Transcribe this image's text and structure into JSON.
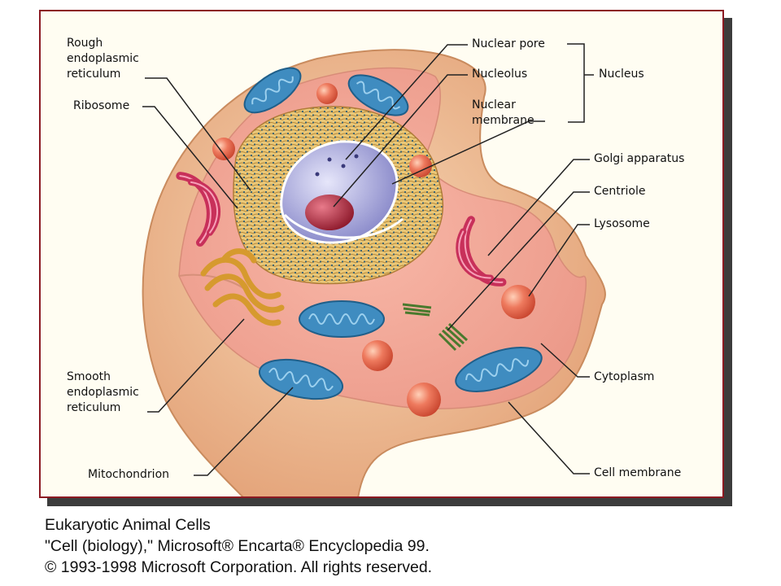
{
  "labels": {
    "rough_er": "Rough\nendoplasmic\nreticulum",
    "ribosome": "Ribosome",
    "nuclear_pore": "Nuclear pore",
    "nucleolus": "Nucleolus",
    "nuclear_membrane": "Nuclear\nmembrane",
    "nucleus": "Nucleus",
    "golgi": "Golgi apparatus",
    "centriole": "Centriole",
    "lysosome": "Lysosome",
    "smooth_er": "Smooth\nendoplasmic\nreticulum",
    "cytoplasm": "Cytoplasm",
    "mitochondrion": "Mitochondrion",
    "cell_membrane": "Cell membrane"
  },
  "caption": {
    "line1": "Eukaryotic Animal Cells",
    "line2": "\"Cell (biology),\" Microsoft® Encarta® Encyclopedia 99.",
    "line3": "© 1993-1998 Microsoft Corporation. All rights reserved."
  },
  "colors": {
    "frame_border": "#8c1a22",
    "membrane": "#f2c49c",
    "cytoplasm": "#f3a99c",
    "mitochondria": "#3f8cc0",
    "nucleolus": "#b02a3c",
    "lysosome": "#e6705a",
    "golgi": "#c8305a",
    "rough_er": "#e9c070",
    "centriole": "#4a7a2e"
  }
}
